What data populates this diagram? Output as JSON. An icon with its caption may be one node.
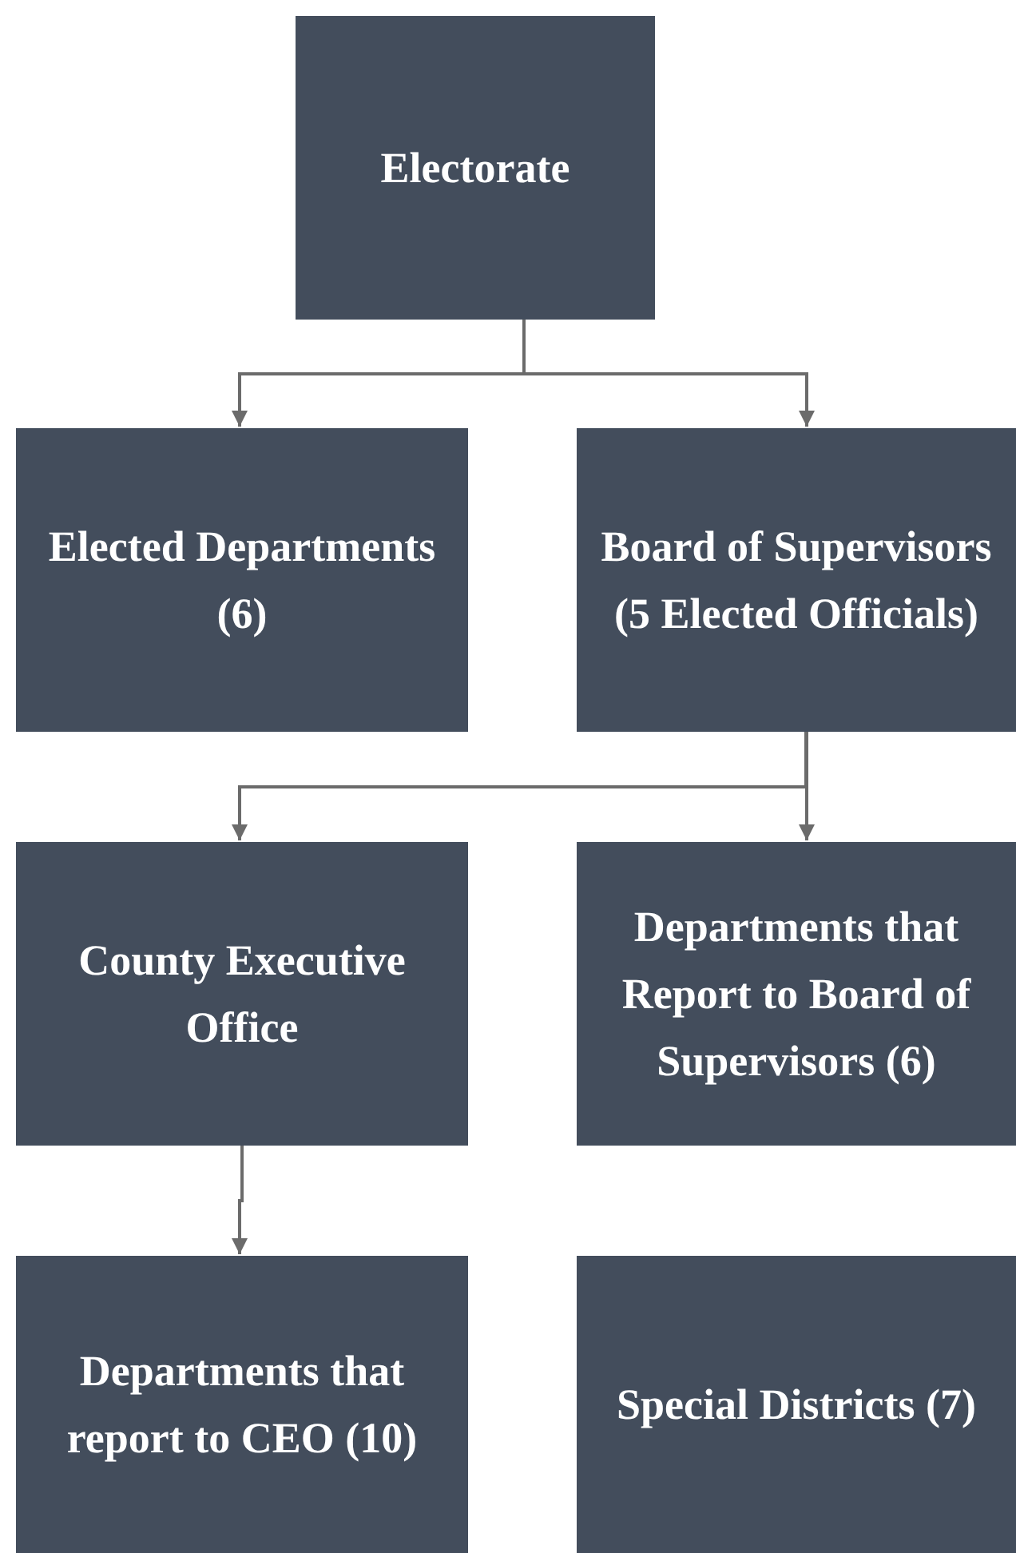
{
  "diagram": {
    "nodes": [
      {
        "text": [
          "Electorate"
        ]
      },
      {
        "text": [
          "Elected Departments (6)"
        ]
      },
      {
        "text": [
          "Board of Supervisors (5 Elected Officials)"
        ]
      },
      {
        "text": [
          "County Executive Office"
        ]
      },
      {
        "text": [
          "Departments that Report to Board of Supervisors (6)"
        ]
      },
      {
        "text": [
          "Departments that report to CEO (10)"
        ]
      },
      {
        "text": [
          "Special Districts (7)"
        ]
      }
    ],
    "edges": [
      {
        "from": 0,
        "to": 1,
        "arrow": "to"
      },
      {
        "from": 0,
        "to": 2,
        "arrow": "to"
      },
      {
        "from": 2,
        "to": 3,
        "arrow": "to"
      },
      {
        "from": 2,
        "to": 4,
        "arrow": "to"
      },
      {
        "from": 3,
        "to": 5,
        "arrow": "to"
      }
    ]
  }
}
